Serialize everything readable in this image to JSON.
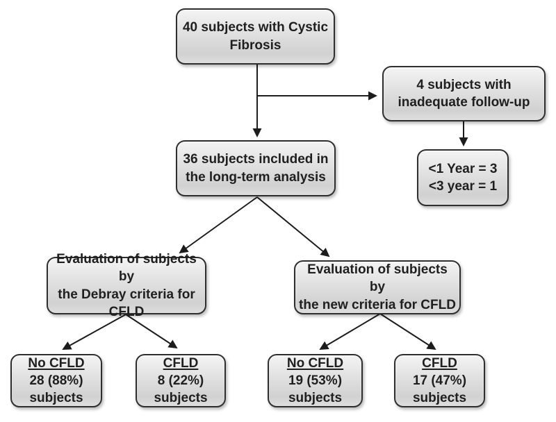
{
  "diagram": {
    "title": "Cystic Fibrosis subject flow chart",
    "colors": {
      "background": "#ffffff",
      "node_border": "#2e2e2e",
      "node_fill_top": "#f4f4f4",
      "node_fill_bottom": "#d1d1d1",
      "arrow": "#1c1c1c",
      "text": "#1f1f1f"
    },
    "nodes": {
      "total": {
        "text": "40 subjects with Cystic\nFibrosis"
      },
      "inadequate_followup": {
        "text": "4 subjects with\ninadequate follow-up"
      },
      "followup_breakdown": {
        "text": "<1 Year = 3\n<3 year = 1"
      },
      "long_term": {
        "text": "36 subjects included in\nthe long-term analysis"
      },
      "debray_eval": {
        "text": "Evaluation of subjects by\nthe Debray criteria for\nCFLD"
      },
      "new_eval": {
        "text": "Evaluation of subjects by\nthe new criteria for CFLD"
      },
      "debray_no_cfld": {
        "label": "No CFLD",
        "value": "28 (88%)",
        "unit": "subjects"
      },
      "debray_cfld": {
        "label": "CFLD",
        "value": "8 (22%)",
        "unit": "subjects"
      },
      "new_no_cfld": {
        "label": "No CFLD",
        "value": "19 (53%)",
        "unit": "subjects"
      },
      "new_cfld": {
        "label": "CFLD",
        "value": "17 (47%)",
        "unit": "subjects"
      }
    }
  }
}
